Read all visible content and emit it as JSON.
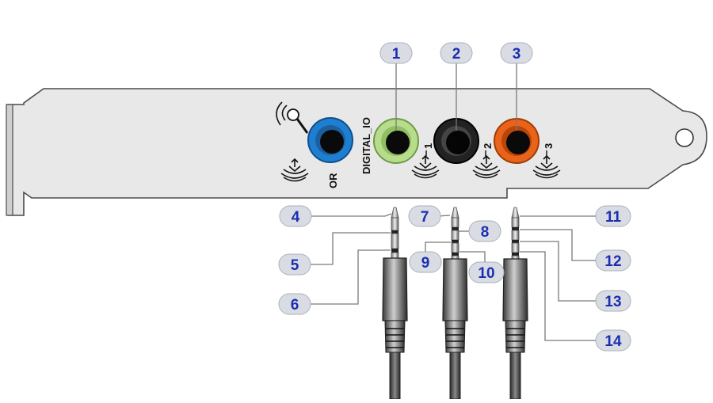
{
  "bracket_labels": {
    "digital_io": "DIGITAL_IO",
    "or": "OR",
    "port_1": "1",
    "port_2": "2",
    "port_3": "3"
  },
  "callouts": {
    "c1": "1",
    "c2": "2",
    "c3": "3",
    "c4": "4",
    "c5": "5",
    "c6": "6",
    "c7": "7",
    "c8": "8",
    "c9": "9",
    "c10": "10",
    "c11": "11",
    "c12": "12",
    "c13": "13",
    "c14": "14"
  },
  "colors": {
    "jack_blue": "#1e7fd0",
    "jack_green": "#b7dd8c",
    "jack_black": "#222222",
    "jack_orange": "#e9641a",
    "callout_text": "#1c2eb0",
    "callout_badge": "#d9dde3"
  },
  "icons": [
    "microphone-icon",
    "speaker-icon"
  ]
}
